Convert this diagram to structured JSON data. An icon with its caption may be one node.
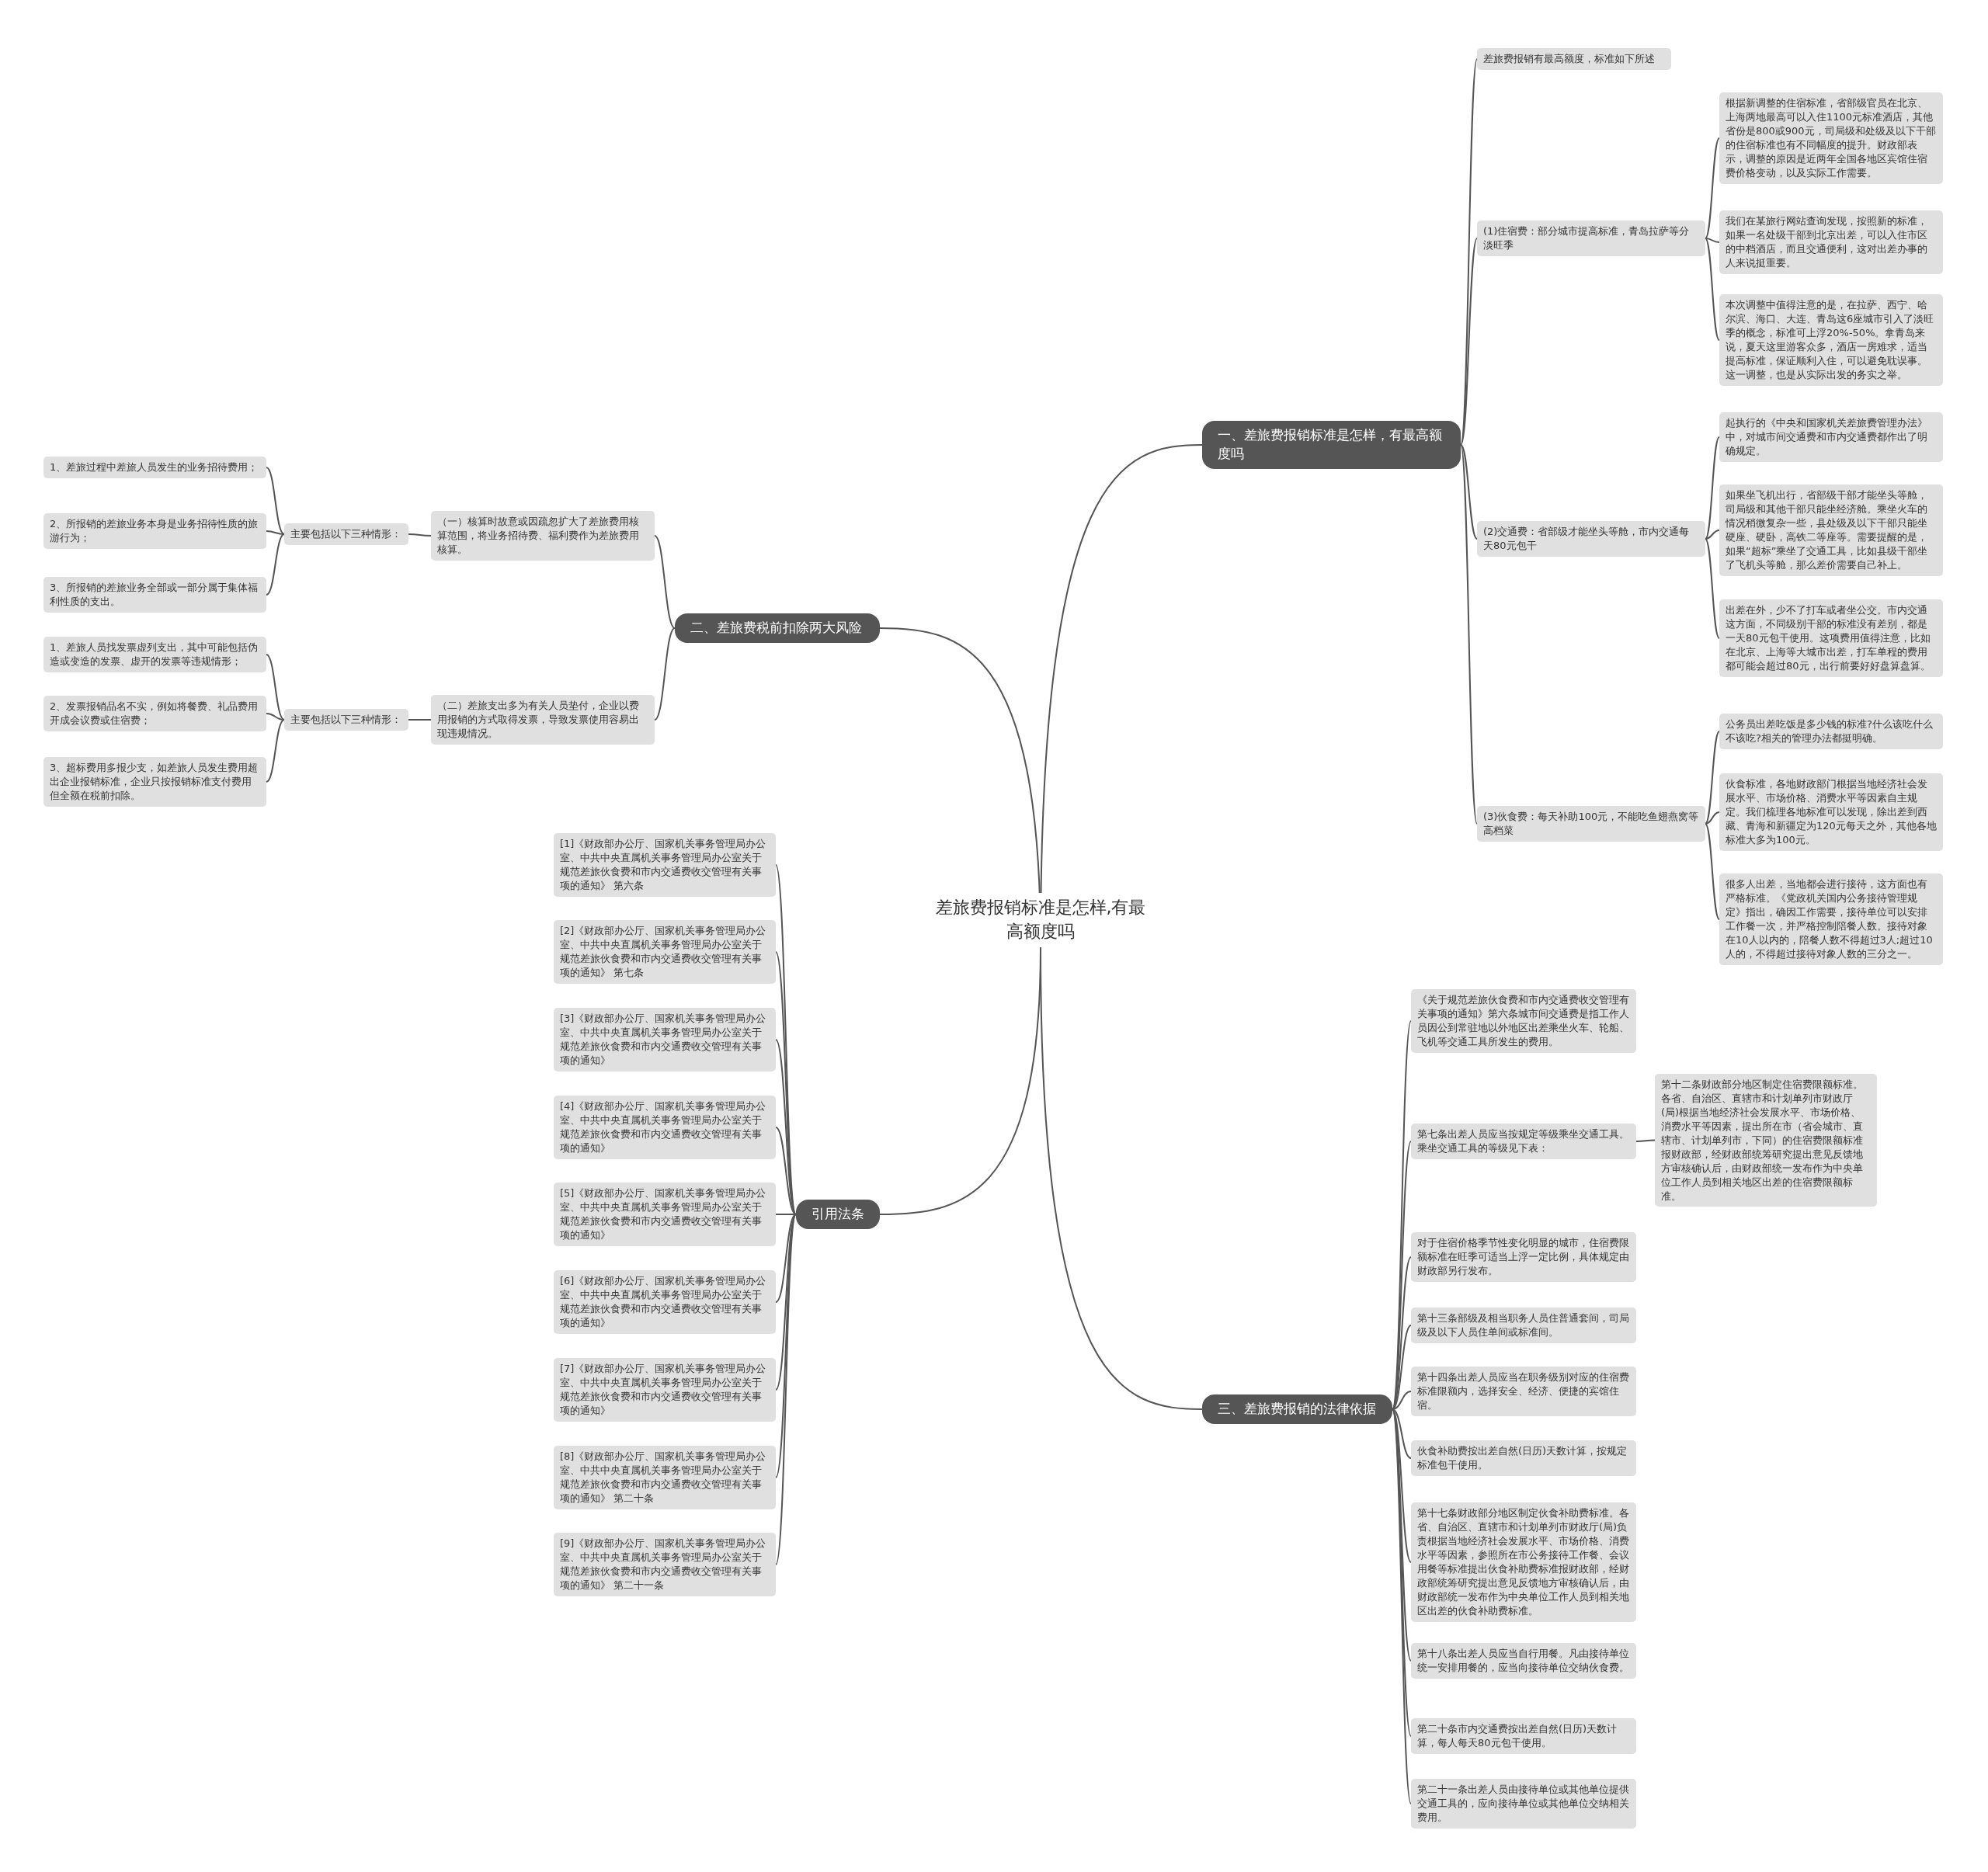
{
  "diagram": {
    "nodes": [
      {
        "text": [
          "差旅费报销标准是怎样,有最高额度吗"
        ]
      },
      {
        "text": [
          "一、差旅费报销标准是怎样，有最高额度吗"
        ]
      },
      {
        "text": [
          "差旅费报销有最高额度，标准如下所述"
        ]
      },
      {
        "text": [
          "(1)住宿费：部分城市提高标准，青岛拉萨等分淡旺季"
        ]
      },
      {
        "text": [
          "根据新调整的住宿标准，省部级官员在北京、上海两地最高可以入住1100元标准酒店，其他省份是800或900元，司局级和处级及以下干部的住宿标准也有不同幅度的提升。财政部表示，调整的原因是近两年全国各地区宾馆住宿费价格变动，以及实际工作需要。"
        ]
      },
      {
        "text": [
          "我们在某旅行网站查询发现，按照新的标准，如果一名处级干部到北京出差，可以入住市区的中档酒店，而且交通便利，这对出差办事的人来说挺重要。"
        ]
      },
      {
        "text": [
          "本次调整中值得注意的是，在拉萨、西宁、哈尔滨、海口、大连、青岛这6座城市引入了淡旺季的概念，标准可上浮20%-50%。拿青岛来说，夏天这里游客众多，酒店一房难求，适当提高标准，保证顺利入住，可以避免耽误事。这一调整，也是从实际出发的务实之举。"
        ]
      },
      {
        "text": [
          "(2)交通费：省部级才能坐头等舱，市内交通每天80元包干"
        ]
      },
      {
        "text": [
          "起执行的《中央和国家机关差旅费管理办法》中，对城市间交通费和市内交通费都作出了明确规定。"
        ]
      },
      {
        "text": [
          "如果坐飞机出行，省部级干部才能坐头等舱，司局级和其他干部只能坐经济舱。乘坐火车的情况稍微复杂一些，县处级及以下干部只能坐硬座、硬卧，高铁二等座等。需要提醒的是，如果“超标”乘坐了交通工具，比如县级干部坐了飞机头等舱，那么差价需要自己补上。"
        ]
      },
      {
        "text": [
          "出差在外，少不了打车或者坐公交。市内交通这方面，不同级别干部的标准没有差别，都是一天80元包干使用。这项费用值得注意，比如在北京、上海等大城市出差，打车单程的费用都可能会超过80元，出行前要好好盘算盘算。"
        ]
      },
      {
        "text": [
          "(3)伙食费：每天补助100元，不能吃鱼翅燕窝等高档菜"
        ]
      },
      {
        "text": [
          "公务员出差吃饭是多少钱的标准?什么该吃什么不该吃?相关的管理办法都挺明确。"
        ]
      },
      {
        "text": [
          "伙食标准，各地财政部门根据当地经济社会发展水平、市场价格、消费水平等因素自主规定。我们梳理各地标准可以发现，除出差到西藏、青海和新疆定为120元每天之外，其他各地标准大多为100元。"
        ]
      },
      {
        "text": [
          "很多人出差，当地都会进行接待，这方面也有严格标准。《党政机关国内公务接待管理规定》指出，确因工作需要，接待单位可以安排工作餐一次，并严格控制陪餐人数。接待对象在10人以内的，陪餐人数不得超过3人;超过10人的，不得超过接待对象人数的三分之一。"
        ]
      },
      {
        "text": [
          "二、差旅费税前扣除两大风险"
        ]
      },
      {
        "text": [
          "（一）核算时故意或因疏忽扩大了差旅费用核算范围，将业务招待费、福利费作为差旅费用核算。"
        ]
      },
      {
        "text": [
          "主要包括以下三种情形："
        ]
      },
      {
        "text": [
          "1、差旅过程中差旅人员发生的业务招待费用；"
        ]
      },
      {
        "text": [
          "2、所报销的差旅业务本身是业务招待性质的旅游行为；"
        ]
      },
      {
        "text": [
          "3、所报销的差旅业务全部或一部分属于集体福利性质的支出。"
        ]
      },
      {
        "text": [
          "（二）差旅支出多为有关人员垫付，企业以费用报销的方式取得发票，导致发票使用容易出现违规情况。"
        ]
      },
      {
        "text": [
          "主要包括以下三种情形："
        ]
      },
      {
        "text": [
          "1、差旅人员找发票虚列支出，其中可能包括伪造或变造的发票、虚开的发票等违规情形；"
        ]
      },
      {
        "text": [
          "2、发票报销品名不实，例如将餐费、礼品费用开成会议费或住宿费；"
        ]
      },
      {
        "text": [
          "3、超标费用多报少支，如差旅人员发生费用超出企业报销标准，企业只按报销标准支付费用但全额在税前扣除。"
        ]
      },
      {
        "text": [
          "引用法条"
        ]
      },
      {
        "text": [
          "[1]《财政部办公厅、国家机关事务管理局办公室、中共中央直属机关事务管理局办公室关于规范差旅伙食费和市内交通费收交管理有关事项的通知》 第六条"
        ]
      },
      {
        "text": [
          "[2]《财政部办公厅、国家机关事务管理局办公室、中共中央直属机关事务管理局办公室关于规范差旅伙食费和市内交通费收交管理有关事项的通知》 第七条"
        ]
      },
      {
        "text": [
          "[3]《财政部办公厅、国家机关事务管理局办公室、中共中央直属机关事务管理局办公室关于规范差旅伙食费和市内交通费收交管理有关事项的通知》"
        ]
      },
      {
        "text": [
          "[4]《财政部办公厅、国家机关事务管理局办公室、中共中央直属机关事务管理局办公室关于规范差旅伙食费和市内交通费收交管理有关事项的通知》"
        ]
      },
      {
        "text": [
          "[5]《财政部办公厅、国家机关事务管理局办公室、中共中央直属机关事务管理局办公室关于规范差旅伙食费和市内交通费收交管理有关事项的通知》"
        ]
      },
      {
        "text": [
          "[6]《财政部办公厅、国家机关事务管理局办公室、中共中央直属机关事务管理局办公室关于规范差旅伙食费和市内交通费收交管理有关事项的通知》"
        ]
      },
      {
        "text": [
          "[7]《财政部办公厅、国家机关事务管理局办公室、中共中央直属机关事务管理局办公室关于规范差旅伙食费和市内交通费收交管理有关事项的通知》"
        ]
      },
      {
        "text": [
          "[8]《财政部办公厅、国家机关事务管理局办公室、中共中央直属机关事务管理局办公室关于规范差旅伙食费和市内交通费收交管理有关事项的通知》 第二十条"
        ]
      },
      {
        "text": [
          "[9]《财政部办公厅、国家机关事务管理局办公室、中共中央直属机关事务管理局办公室关于规范差旅伙食费和市内交通费收交管理有关事项的通知》 第二十一条"
        ]
      },
      {
        "text": [
          "三、差旅费报销的法律依据"
        ]
      },
      {
        "text": [
          "《关于规范差旅伙食费和市内交通费收交管理有关事项的通知》第六条城市间交通费是指工作人员因公到常驻地以外地区出差乘坐火车、轮船、飞机等交通工具所发生的费用。"
        ]
      },
      {
        "text": [
          "第七条出差人员应当按规定等级乘坐交通工具。乘坐交通工具的等级见下表："
        ]
      },
      {
        "text": [
          "第十二条财政部分地区制定住宿费限额标准。各省、自治区、直辖市和计划单列市财政厅(局)根据当地经济社会发展水平、市场价格、消费水平等因素，提出所在市（省会城市、直辖市、计划单列市，下同）的住宿费限额标准报财政部，经财政部统筹研究提出意见反馈地方审核确认后，由财政部统一发布作为中央单位工作人员到相关地区出差的住宿费限额标准。"
        ]
      },
      {
        "text": [
          "对于住宿价格季节性变化明显的城市，住宿费限额标准在旺季可适当上浮一定比例，具体规定由财政部另行发布。"
        ]
      },
      {
        "text": [
          "第十三条部级及相当职务人员住普通套间，司局级及以下人员住单间或标准间。"
        ]
      },
      {
        "text": [
          "第十四条出差人员应当在职务级别对应的住宿费标准限额内，选择安全、经济、便捷的宾馆住宿。"
        ]
      },
      {
        "text": [
          "伙食补助费按出差自然(日历)天数计算，按规定标准包干使用。"
        ]
      },
      {
        "text": [
          "第十七条财政部分地区制定伙食补助费标准。各省、自治区、直辖市和计划单列市财政厅(局)负责根据当地经济社会发展水平、市场价格、消费水平等因素，参照所在市公务接待工作餐、会议用餐等标准提出伙食补助费标准报财政部，经财政部统筹研究提出意见反馈地方审核确认后，由财政部统一发布作为中央单位工作人员到相关地区出差的伙食补助费标准。"
        ]
      },
      {
        "text": [
          "第十八条出差人员应当自行用餐。凡由接待单位统一安排用餐的，应当向接待单位交纳伙食费。"
        ]
      },
      {
        "text": [
          "第二十条市内交通费按出差自然(日历)天数计算，每人每天80元包干使用。"
        ]
      },
      {
        "text": [
          "第二十一条出差人员由接待单位或其他单位提供交通工具的，应向接待单位或其他单位交纳相关费用。"
        ]
      }
    ],
    "edges": [
      {
        "from": 0,
        "to": 1,
        "arrow": "none"
      },
      {
        "from": 1,
        "to": 2,
        "arrow": "none"
      },
      {
        "from": 1,
        "to": 3,
        "arrow": "none"
      },
      {
        "from": 3,
        "to": 4,
        "arrow": "none"
      },
      {
        "from": 3,
        "to": 5,
        "arrow": "none"
      },
      {
        "from": 3,
        "to": 6,
        "arrow": "none"
      },
      {
        "from": 1,
        "to": 7,
        "arrow": "none"
      },
      {
        "from": 7,
        "to": 8,
        "arrow": "none"
      },
      {
        "from": 7,
        "to": 9,
        "arrow": "none"
      },
      {
        "from": 7,
        "to": 10,
        "arrow": "none"
      },
      {
        "from": 1,
        "to": 11,
        "arrow": "none"
      },
      {
        "from": 11,
        "to": 12,
        "arrow": "none"
      },
      {
        "from": 11,
        "to": 13,
        "arrow": "none"
      },
      {
        "from": 11,
        "to": 14,
        "arrow": "none"
      },
      {
        "from": 0,
        "to": 15,
        "arrow": "none"
      },
      {
        "from": 15,
        "to": 16,
        "arrow": "none"
      },
      {
        "from": 16,
        "to": 17,
        "arrow": "none"
      },
      {
        "from": 17,
        "to": 18,
        "arrow": "none"
      },
      {
        "from": 17,
        "to": 19,
        "arrow": "none"
      },
      {
        "from": 17,
        "to": 20,
        "arrow": "none"
      },
      {
        "from": 15,
        "to": 21,
        "arrow": "none"
      },
      {
        "from": 21,
        "to": 22,
        "arrow": "none"
      },
      {
        "from": 22,
        "to": 23,
        "arrow": "none"
      },
      {
        "from": 22,
        "to": 24,
        "arrow": "none"
      },
      {
        "from": 22,
        "to": 25,
        "arrow": "none"
      },
      {
        "from": 0,
        "to": 26,
        "arrow": "none"
      },
      {
        "from": 26,
        "to": 27,
        "arrow": "none"
      },
      {
        "from": 26,
        "to": 28,
        "arrow": "none"
      },
      {
        "from": 26,
        "to": 29,
        "arrow": "none"
      },
      {
        "from": 26,
        "to": 30,
        "arrow": "none"
      },
      {
        "from": 26,
        "to": 31,
        "arrow": "none"
      },
      {
        "from": 26,
        "to": 32,
        "arrow": "none"
      },
      {
        "from": 26,
        "to": 33,
        "arrow": "none"
      },
      {
        "from": 26,
        "to": 34,
        "arrow": "none"
      },
      {
        "from": 26,
        "to": 35,
        "arrow": "none"
      },
      {
        "from": 0,
        "to": 36,
        "arrow": "none"
      },
      {
        "from": 36,
        "to": 37,
        "arrow": "none"
      },
      {
        "from": 36,
        "to": 38,
        "arrow": "none"
      },
      {
        "from": 38,
        "to": 39,
        "arrow": "none"
      },
      {
        "from": 36,
        "to": 40,
        "arrow": "none"
      },
      {
        "from": 36,
        "to": 41,
        "arrow": "none"
      },
      {
        "from": 36,
        "to": 42,
        "arrow": "none"
      },
      {
        "from": 36,
        "to": 43,
        "arrow": "none"
      },
      {
        "from": 36,
        "to": 44,
        "arrow": "none"
      },
      {
        "from": 36,
        "to": 45,
        "arrow": "none"
      },
      {
        "from": 36,
        "to": 46,
        "arrow": "none"
      },
      {
        "from": 36,
        "to": 47,
        "arrow": "none"
      }
    ]
  }
}
